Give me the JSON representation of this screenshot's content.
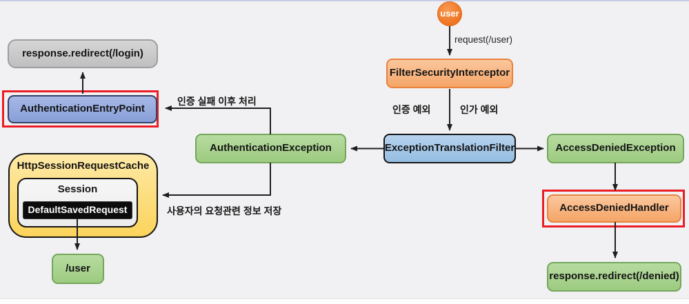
{
  "diagram": {
    "user_circle_label": "user",
    "request_label": "request(/user)",
    "auth_exception_label": "인증 예외",
    "authz_exception_label": "인가 예외",
    "auth_fail_label": "인증 실패 이후 처리",
    "save_request_label": "사용자의 요청관련 정보 저장",
    "nodes": {
      "filter_security_interceptor": "FilterSecurityInterceptor",
      "exception_translation_filter": "ExceptionTranslationFilter",
      "authentication_exception": "AuthenticationException",
      "access_denied_exception": "AccessDeniedException",
      "authentication_entry_point": "AuthenticationEntryPoint",
      "response_redirect_login": "response.redirect(/login)",
      "http_session_request_cache": "HttpSessionRequestCache",
      "session": "Session",
      "default_saved_request": "DefaultSavedRequest",
      "user_endpoint": "/user",
      "access_denied_handler": "AccessDeniedHandler",
      "response_redirect_denied": "response.redirect(/denied)"
    },
    "colors": {
      "orange_fill": "#F5A567",
      "orange_border": "#E8823D",
      "blue_fill": "#95BEE2",
      "periwinkle_fill": "#879FD8",
      "green_fill": "#9DCB80",
      "green_border": "#74A65B",
      "gray_fill": "#C9C9C9",
      "yellow_fill": "#FBD45C",
      "red_highlight": "#EB1C24",
      "user_circle": "#EE7420",
      "line_color": "#1F1F1F"
    }
  }
}
